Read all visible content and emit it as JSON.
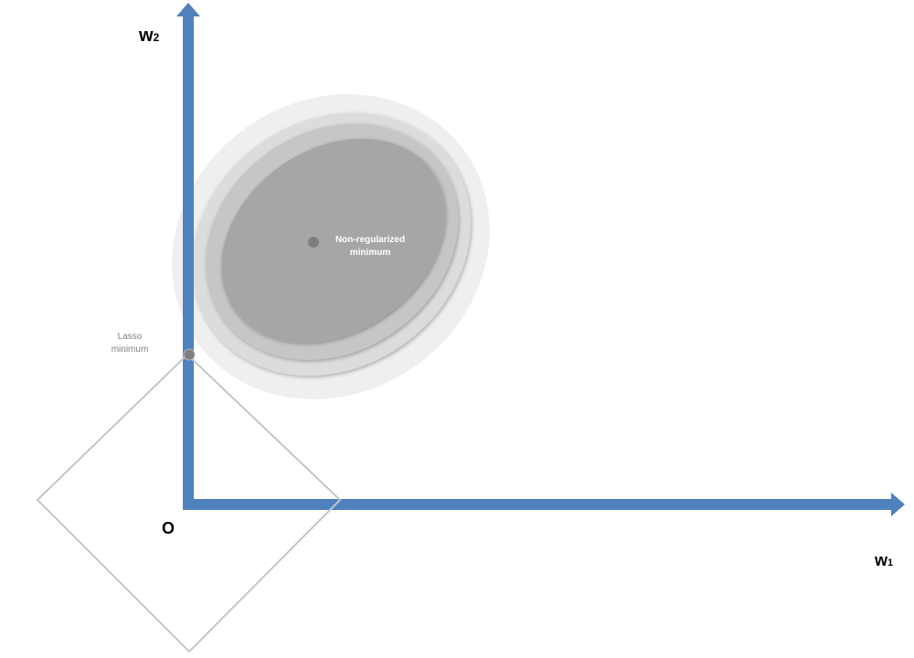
{
  "axes": {
    "y_label": "w",
    "y_sub": "2",
    "x_label": "w",
    "x_sub": "1",
    "origin": "O"
  },
  "points": {
    "non_regularized": [
      "Non-regularized",
      "minimum"
    ],
    "lasso": [
      "Lasso",
      "minimum"
    ]
  },
  "colors": {
    "axis": "#4f81bd",
    "contour_outer": "#efefef",
    "contour_2": "#dcdcdc",
    "contour_3": "#c4c4c4",
    "contour_inner": "#a6a6a6",
    "diamond": "#c0c6cc",
    "point": "#7f7f7f"
  }
}
